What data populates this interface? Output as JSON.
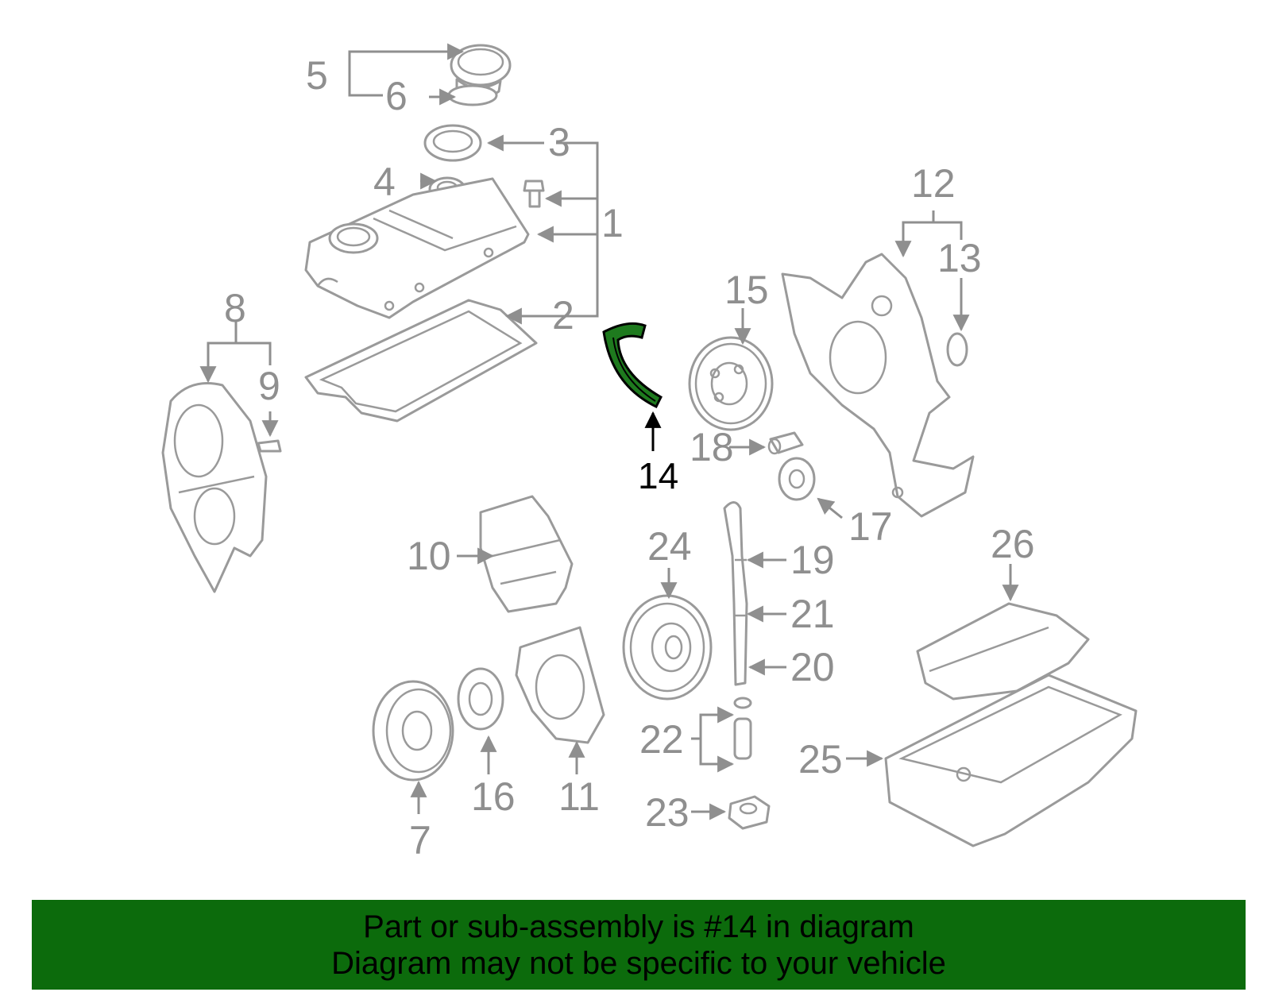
{
  "diagram": {
    "highlight_color": "#0c6b0c",
    "highlighted_part": "14",
    "callouts": {
      "c1": "1",
      "c2": "2",
      "c3": "3",
      "c4": "4",
      "c5": "5",
      "c6": "6",
      "c7": "7",
      "c8": "8",
      "c9": "9",
      "c10": "10",
      "c11": "11",
      "c12": "12",
      "c13": "13",
      "c14": "14",
      "c15": "15",
      "c16": "16",
      "c17": "17",
      "c18": "18",
      "c19": "19",
      "c20": "20",
      "c21": "21",
      "c22": "22",
      "c23": "23",
      "c24": "24",
      "c25": "25",
      "c26": "26"
    }
  },
  "banner": {
    "line1": "Part or sub-assembly is #14 in diagram",
    "line2": "Diagram may not be specific to your vehicle",
    "background": "#0c6b0c"
  }
}
